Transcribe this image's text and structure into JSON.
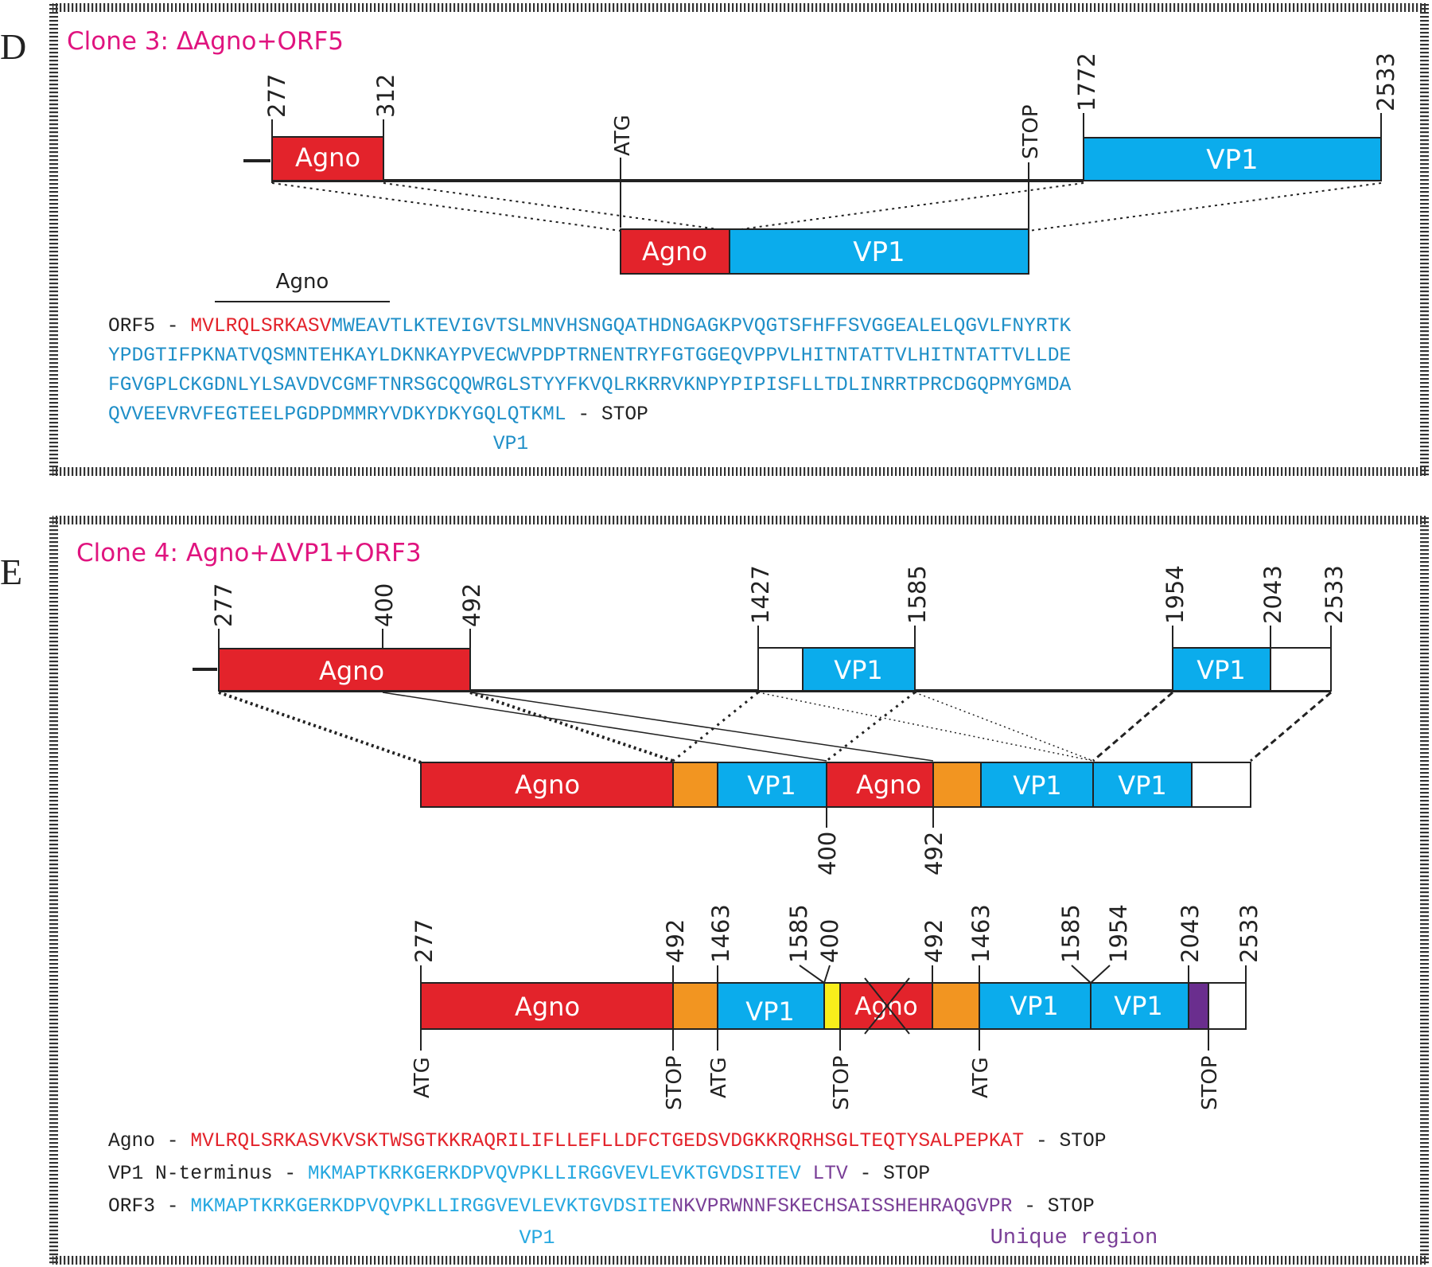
{
  "colors": {
    "agno": "#e3232b",
    "vp1": "#0bacec",
    "orange": "#f29521",
    "yellow": "#f8ee1b",
    "purple": "#6a2e8e",
    "heading": "#e0147f",
    "seq_red": "#e3232b",
    "seq_blue_d": "#1f8fc8",
    "seq_blue_e": "#26a8e0",
    "seq_purple": "#7a3f97",
    "text": "#222222"
  },
  "panel_d": {
    "letter": "D",
    "title": "Clone 3: ΔAgno+ORF5",
    "top_numbers": [
      "277",
      "312",
      "1772",
      "2533"
    ],
    "atg": "ATG",
    "stop": "STOP",
    "box_agno": "Agno",
    "box_vp1": "VP1",
    "product_agno": "Agno",
    "product_vp1": "VP1",
    "agno_bracket": "Agno",
    "seq_label": "ORF5 - ",
    "seq_red": "MVLRQLSRKASV",
    "seq_blue_1": "MWEAVTLKTEVIGVTSLMNVHSNGQATHDNGAGKPVQGTSFHFFSVGGEALELQGVLFNYRTK",
    "seq_blue_2": "YPDGTIFPKNATVQSMNTEHKAYLDKNKAYPVECWVPDPTRNENTRYFGTGGEQVPPVLHITNTATTVLHITNTATTVLLDE",
    "seq_blue_3": "FGVGPLCKGDNLYLSAVDVCGMFTNRSGCQQWRGLSTYYFKVQLRKRRVKNPYPIPISFLLTDLINRRTPRCDGQPMYGMDA",
    "seq_blue_4": "QVVEEVRVFEGTEELPGDPDMMRYVDKYDKYGQLQTKML",
    "seq_stop": " - STOP",
    "vp1_caption": "VP1"
  },
  "panel_e": {
    "letter": "E",
    "title": "Clone 4: Agno+ΔVP1+ORF3",
    "top_numbers": [
      "277",
      "400",
      "492",
      "1427",
      "1585",
      "1954",
      "2043",
      "2533"
    ],
    "genome_boxes": [
      "Agno",
      "VP1",
      "VP1"
    ],
    "rearranged_boxes": [
      "Agno",
      "VP1",
      "Agno",
      "VP1",
      "VP1"
    ],
    "rearranged_bottom_numbers": [
      "400",
      "492"
    ],
    "orf_top_numbers": [
      "277",
      "492",
      "1463",
      "1585",
      "400",
      "492",
      "1463",
      "1585",
      "1954",
      "2043",
      "2533"
    ],
    "orf_boxes": [
      "Agno",
      "VP1",
      "Agno",
      "VP1",
      "VP1"
    ],
    "orf_bottom_labels": [
      "ATG",
      "STOP",
      "ATG",
      "STOP",
      "ATG",
      "STOP"
    ],
    "seq1_label": "Agno - ",
    "seq1_red": "MVLRQLSRKASVKVSKTWSGTKKRAQRILIFLLEFLLDFCTGEDSVDGKKRQRHSGLTEQTYSALPEPKAT",
    "seq1_stop": " - STOP",
    "seq2_label": "VP1 N-terminus - ",
    "seq2_blue": "MKMAPTKRKGERKDPVQVPKLLIRGGVEVLEVKTGVDSITEV",
    "seq2_purple": " LTV",
    "seq2_stop": " - STOP",
    "seq3_label": "ORF3 - ",
    "seq3_blue": "MKMAPTKRKGERKDPVQVPKLLIRGGVEVLEVKTGVDSITE",
    "seq3_purple": "NKVPRWNNFSKECHSAISSHEHRAQGVPR",
    "seq3_stop": " - STOP",
    "vp1_caption": "VP1",
    "unique_caption": "Unique region"
  }
}
